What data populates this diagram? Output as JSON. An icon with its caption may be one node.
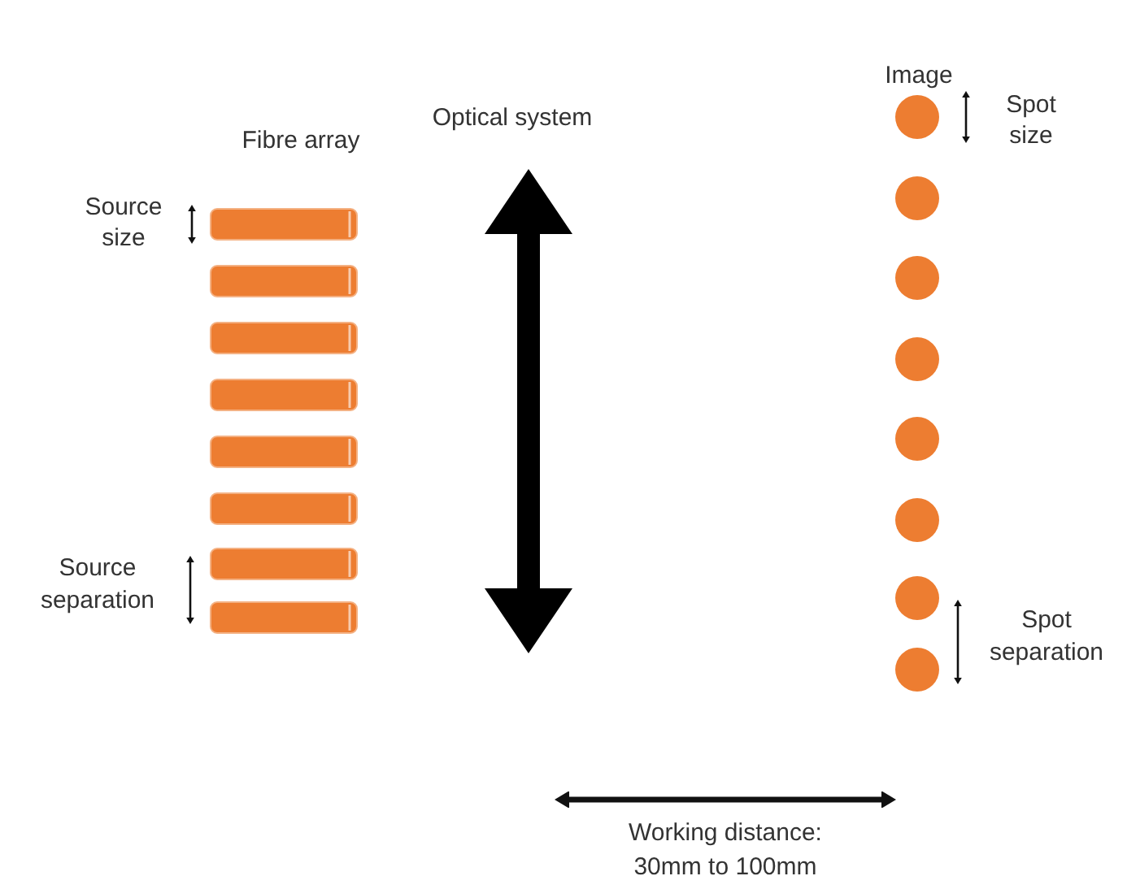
{
  "diagram": {
    "nodes": [
      {
        "text": [
          "Optical system"
        ]
      }
    ],
    "labels": [
      "Image",
      "Fibre array",
      "Spot size",
      "Source size",
      "Source separation",
      "Spot separation",
      "Working distance: 30mm to 100mm"
    ]
  }
}
